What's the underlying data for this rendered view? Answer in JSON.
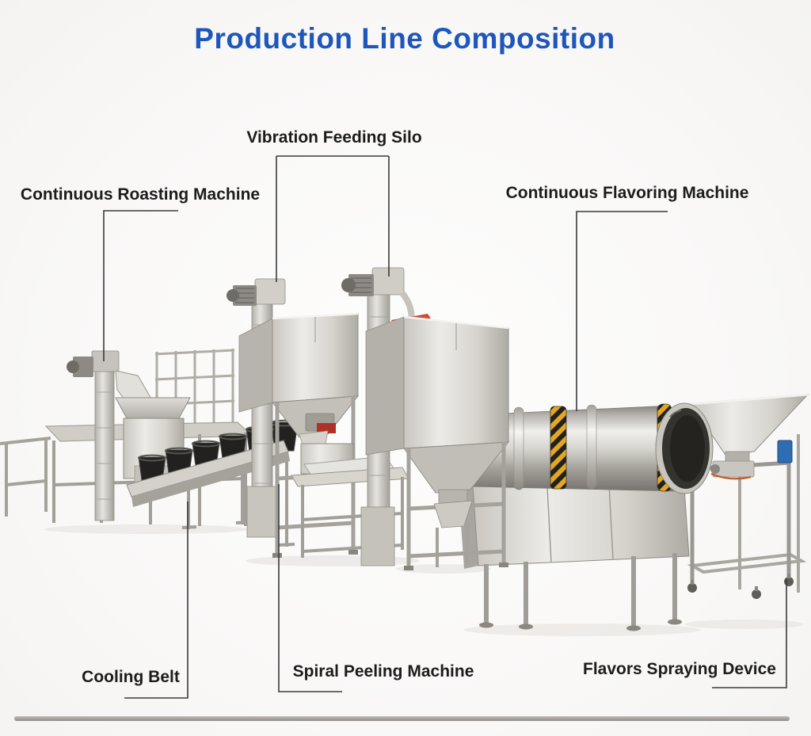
{
  "title": {
    "text": "Production Line Composition"
  },
  "labels": {
    "vibration_feeding_silo": "Vibration Feeding Silo",
    "continuous_roasting_machine": "Continuous Roasting Machine",
    "continuous_flavoring_machine": "Continuous Flavoring Machine",
    "cooling_belt": "Cooling Belt",
    "spiral_peeling_machine": "Spiral Peeling Machine",
    "flavors_spraying_device": "Flavors Spraying Device"
  },
  "colors": {
    "title_blue": "#1e56bb",
    "label_text": "#1c1c1c",
    "callout_line": "#3a3a3a",
    "steel_light": "#e8e6e2",
    "steel_dark": "#8f8c86",
    "hazard_yellow": "#e2a81f",
    "accent_red": "#c7402e",
    "control_box_blue": "#2e6cb4",
    "pot_black": "#232120",
    "divider_gray": "#a3a09c"
  }
}
